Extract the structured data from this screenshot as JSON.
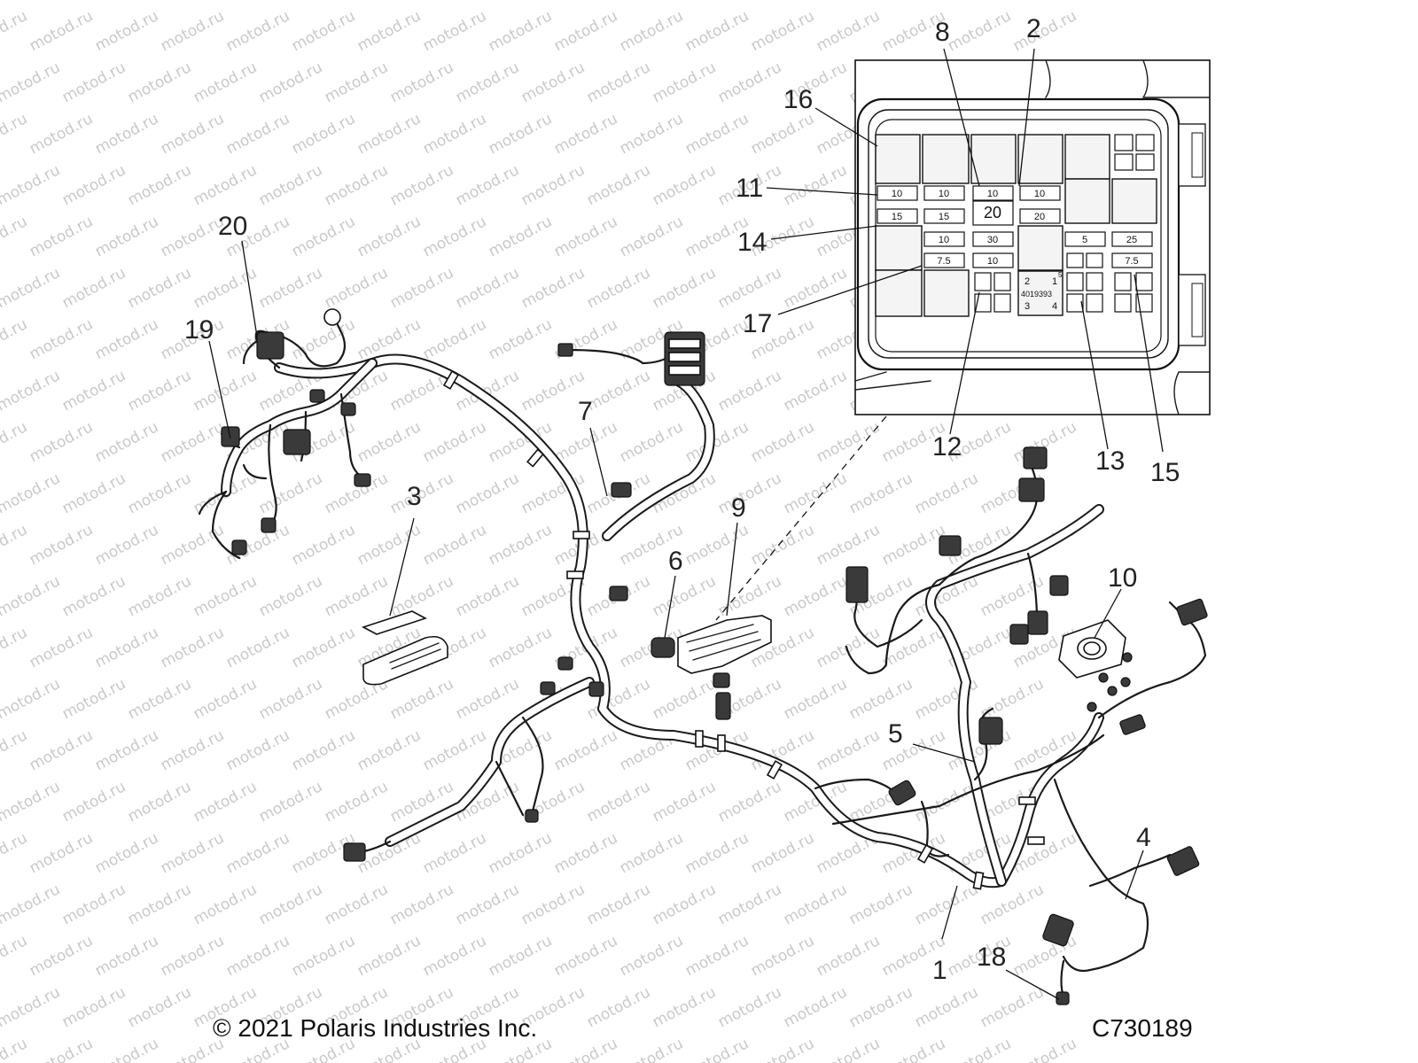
{
  "watermark": "motod.ru",
  "footer": {
    "copyright": "© 2021 Polaris Industries Inc.",
    "drawing_id": "C730189"
  },
  "callouts": {
    "c1": "1",
    "c2": "2",
    "c3": "3",
    "c4": "4",
    "c5": "5",
    "c6": "6",
    "c7": "7",
    "c8": "8",
    "c9": "9",
    "c10": "10",
    "c11": "11",
    "c12": "12",
    "c13": "13",
    "c14": "14",
    "c15": "15",
    "c16": "16",
    "c17": "17",
    "c18": "18",
    "c19": "19",
    "c20": "20"
  },
  "fuse_box": {
    "fuses": {
      "f_r1_1": "10",
      "f_r1_2": "10",
      "f_r1_3": "10",
      "f_r1_4": "10",
      "f_r2_1": "15",
      "f_r2_2": "15",
      "f_big": "20",
      "f_r2_4": "20",
      "f_a": "10",
      "f_b": "30",
      "f_c": "7.5",
      "f_d": "10",
      "f_e": "5",
      "f_f": "25",
      "f_g": "7.5"
    },
    "relay_label": {
      "pin_2": "2",
      "pin_1": "1",
      "part": "4019393",
      "pin_3": "3",
      "pin_4": "4",
      "pin_5": "5"
    }
  }
}
